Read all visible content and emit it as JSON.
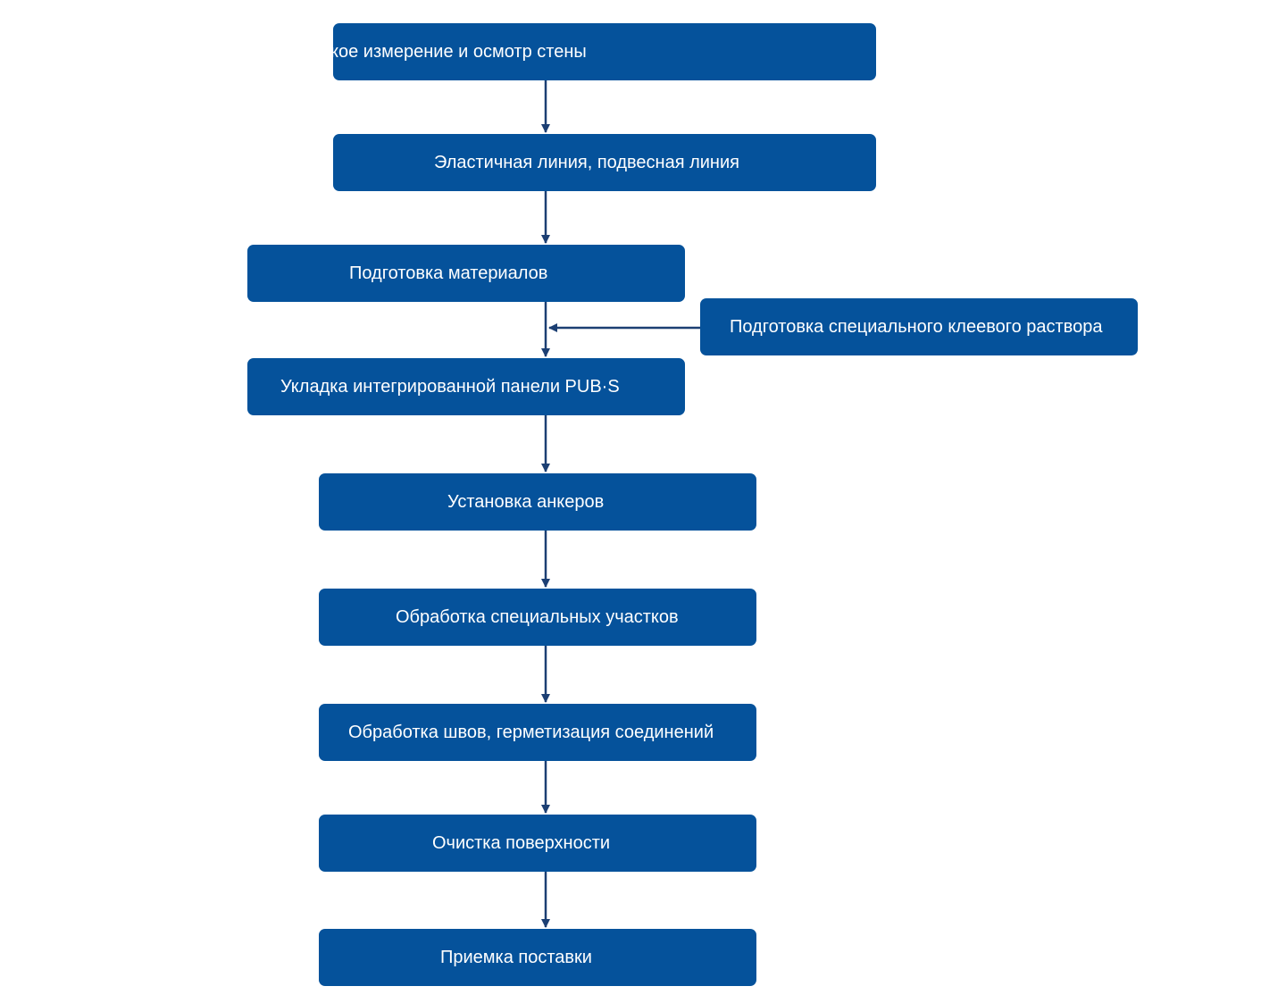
{
  "colors": {
    "box_fill": "#05529b",
    "box_text": "#ffffff",
    "connector": "#1c3f73"
  },
  "steps": [
    {
      "label": "кое измерение и осмотр стены"
    },
    {
      "label": "Эластичная линия, подвесная линия"
    },
    {
      "label": "Подготовка материалов"
    },
    {
      "label": "Укладка интегрированной панели PUB·S"
    },
    {
      "label": "Установка анкеров"
    },
    {
      "label": "Обработка специальных участков"
    },
    {
      "label": "Обработка швов, герметизация соединений"
    },
    {
      "label": "Очистка поверхности"
    },
    {
      "label": "Приемка поставки"
    }
  ],
  "side_input": {
    "label": "Подготовка специального клеевого раствора"
  }
}
